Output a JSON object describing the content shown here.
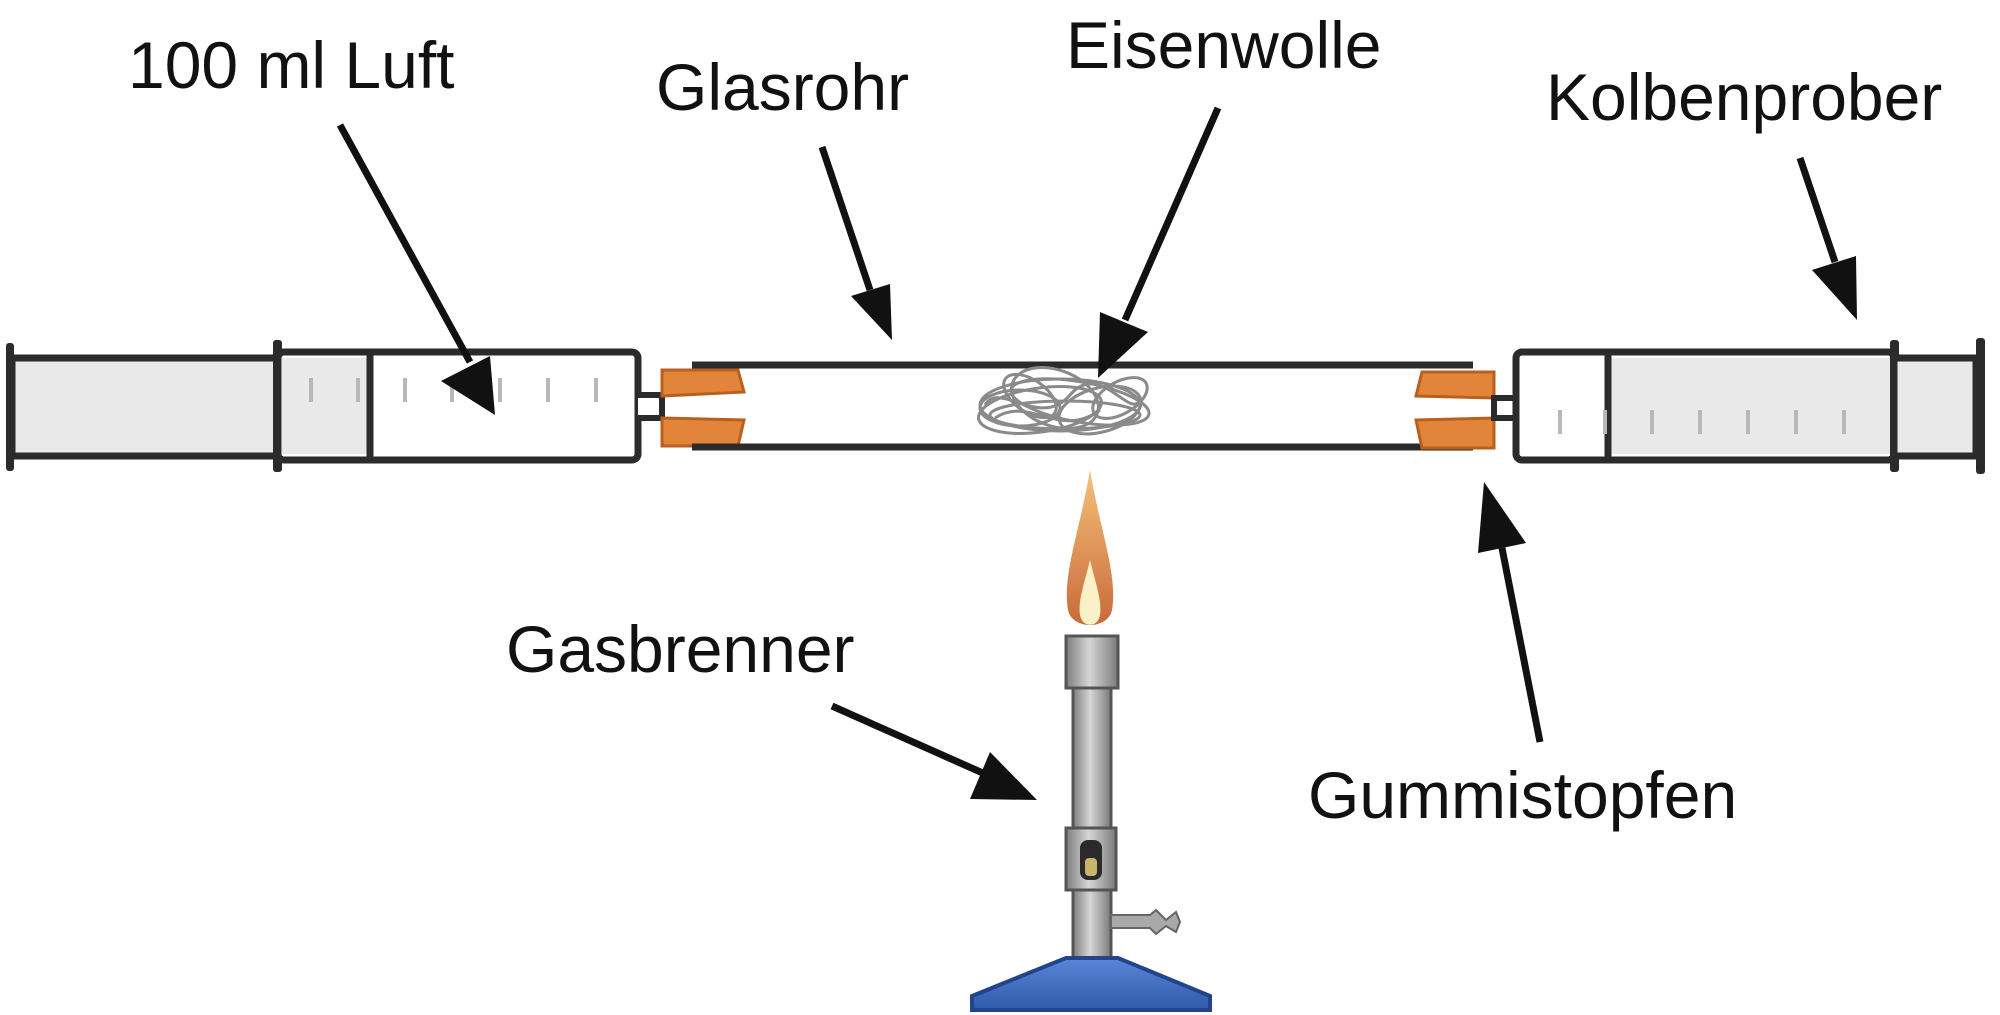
{
  "labels": {
    "air": "100 ml Luft",
    "glass_tube": "Glasrohr",
    "iron_wool": "Eisenwolle",
    "syringe": "Kolbenprober",
    "burner": "Gasbrenner",
    "stopper": "Gummistopfen"
  },
  "colors": {
    "outline": "#2b2b2b",
    "barrel_fill": "#e9e9e9",
    "stopper": "#e2843a",
    "stopper_light": "#f0a868",
    "burner_base": "#3f6fc6",
    "burner_tube": "#a9a9a9",
    "flame_outer": "#d9894a",
    "flame_inner": "#fbf1c8",
    "iron_wool": "#8a8a8a",
    "arrow": "#111111"
  }
}
